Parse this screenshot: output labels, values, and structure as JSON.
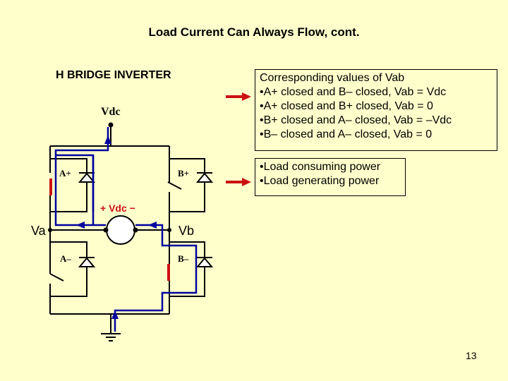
{
  "title": "Load Current Can Always Flow, cont.",
  "subtitle": "H BRIDGE INVERTER",
  "vab_box": {
    "heading": "Corresponding values of Vab",
    "items": [
      "•A+ closed and B– closed, Vab = Vdc",
      "•A+ closed and B+ closed, Vab = 0",
      "•B+ closed and A– closed, Vab = –Vdc",
      "•B– closed and A– closed, Vab = 0"
    ]
  },
  "power_box": {
    "items": [
      "•Load consuming power",
      "•Load generating power"
    ]
  },
  "circuit": {
    "supply_label": "Vdc",
    "load_voltage_label": "+ Vdc −",
    "node_a_label": "Va",
    "node_b_label": "Vb",
    "switches": {
      "a_plus": "A+",
      "b_plus": "B+",
      "a_minus": "A–",
      "b_minus": "B–"
    }
  },
  "colors": {
    "background": "#ffffcc",
    "current_path": "#0000a0",
    "closed_switch": "#cc1111",
    "pointer_arrow": "#cc1111"
  },
  "page_number": "13"
}
